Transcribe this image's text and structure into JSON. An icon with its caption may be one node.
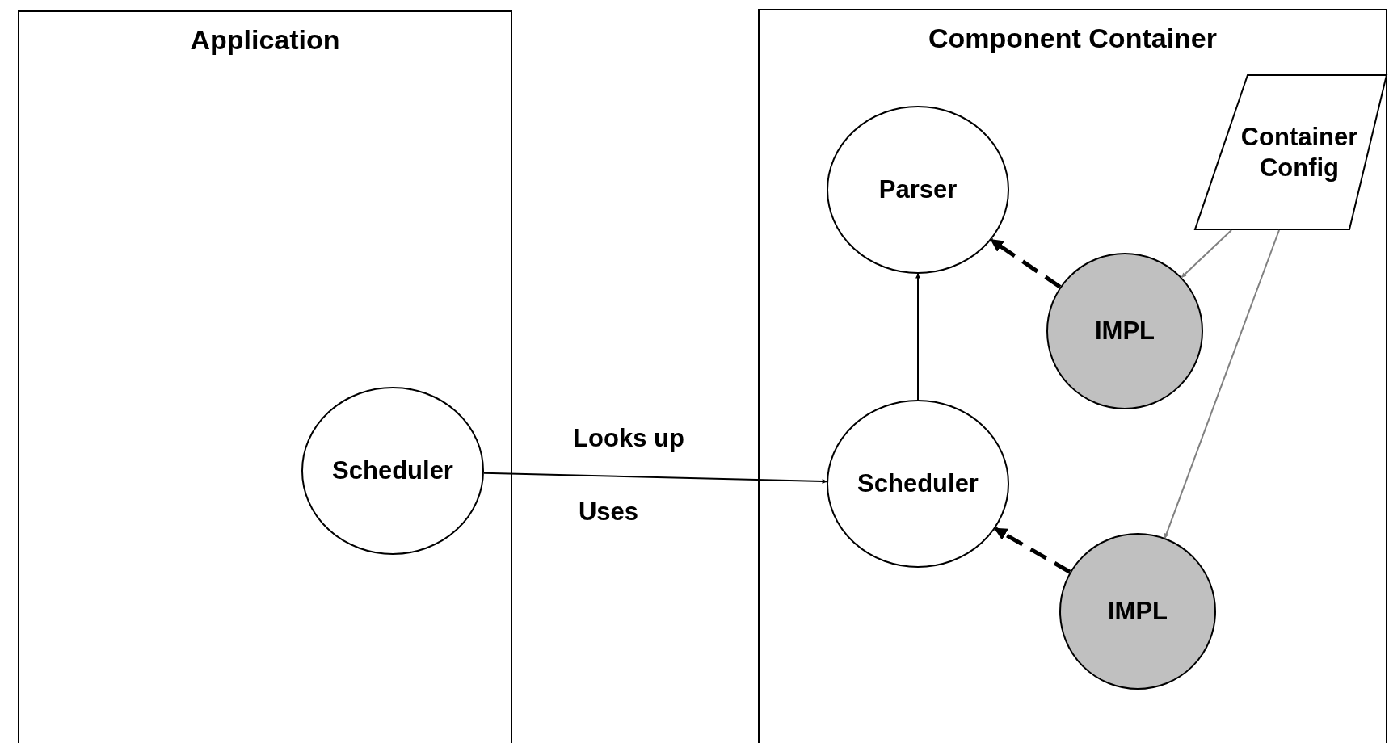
{
  "diagram": {
    "nodes": [
      {
        "text": [
          "Application"
        ]
      },
      {
        "text": [
          "Component Container"
        ]
      },
      {
        "text": [
          "Scheduler"
        ],
        "in": 0
      },
      {
        "text": [
          "Parser"
        ],
        "in": 1
      },
      {
        "text": [
          "Container Config"
        ],
        "in": 1
      },
      {
        "text": [
          "IMPL"
        ],
        "in": 1
      },
      {
        "text": [
          "Scheduler"
        ],
        "in": 1
      },
      {
        "text": [
          "IMPL"
        ],
        "in": 1
      }
    ],
    "edges": [
      {
        "from": 2,
        "to": 6,
        "arrow": "to",
        "label": "Looks up"
      },
      {
        "from": 6,
        "to": 3,
        "arrow": "to"
      },
      {
        "from": 5,
        "to": 3,
        "arrow": "to",
        "style": "dashed"
      },
      {
        "from": 7,
        "to": 6,
        "arrow": "to",
        "style": "dashed"
      },
      {
        "from": 4,
        "to": 5,
        "arrow": "to",
        "color": "#808080"
      },
      {
        "from": 4,
        "to": 7,
        "arrow": "to",
        "color": "#808080"
      }
    ],
    "labels": [
      "Uses"
    ]
  }
}
